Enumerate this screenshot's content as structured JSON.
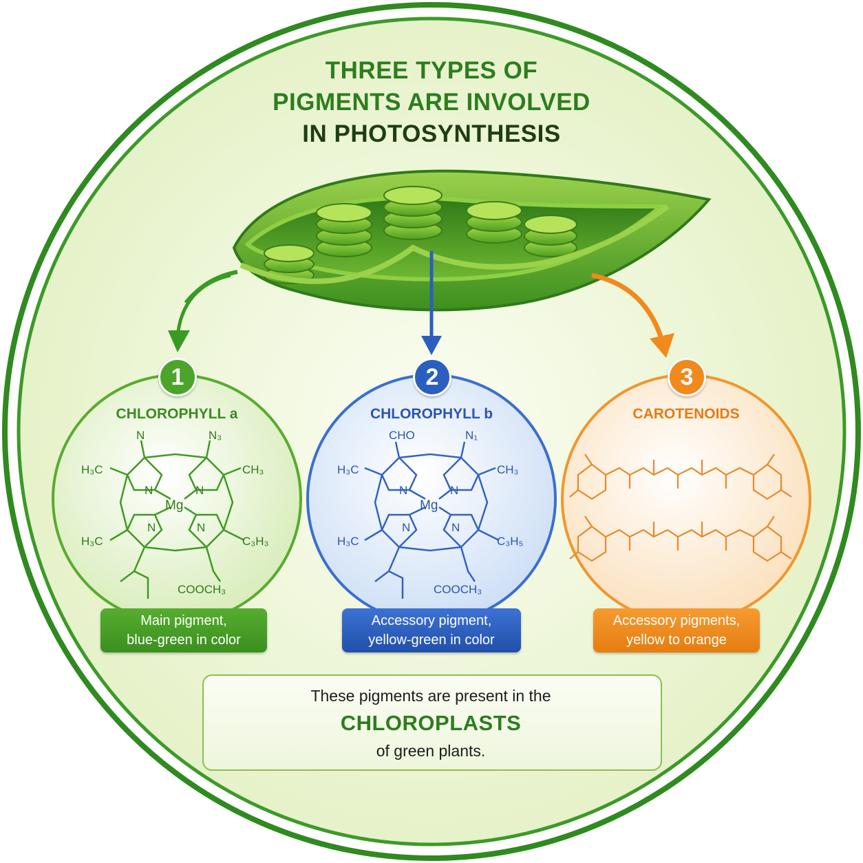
{
  "title": {
    "line1": "THREE TYPES OF",
    "line2": "PIGMENTS ARE INVOLVED",
    "line3": "IN PHOTOSYNTHESIS"
  },
  "pigments": [
    {
      "number": "1",
      "name": "CHLOROPHYLL a",
      "desc_line1": "Main pigment,",
      "desc_line2": "blue-green in color",
      "labels": {
        "top_left": "N",
        "top_right": "N₃",
        "left1": "Н₃C",
        "right1": "CH₃",
        "metal": "Mg",
        "n1": "N",
        "n2": "N",
        "n3": "N",
        "n4": "N",
        "left2": "H₃C",
        "right2": "C₃H₃",
        "bottom": "COOCH₃"
      },
      "color": "#3d9a2a"
    },
    {
      "number": "2",
      "name": "CHLOROPHYLL b",
      "desc_line1": "Accessory pigment,",
      "desc_line2": "yellow-green in color",
      "labels": {
        "top_left": "CHO",
        "top_right": "N₁",
        "left1": "Н₃C",
        "right1": "CH₃",
        "metal": "Mg",
        "n1": "N",
        "n2": "N",
        "n3": "N",
        "n4": "N",
        "left2": "H₃C",
        "right2": "C₃H₅",
        "bottom": "COOCH₃"
      },
      "color": "#2b5fbf"
    },
    {
      "number": "3",
      "name": "CAROTENOIDS",
      "desc_line1": "Accessory pigments,",
      "desc_line2": "yellow to orange",
      "color": "#f08a1c"
    }
  ],
  "footer": {
    "line1": "These pigments are present in the",
    "line2": "CHLOROPLASTS",
    "line3": "of green plants."
  }
}
